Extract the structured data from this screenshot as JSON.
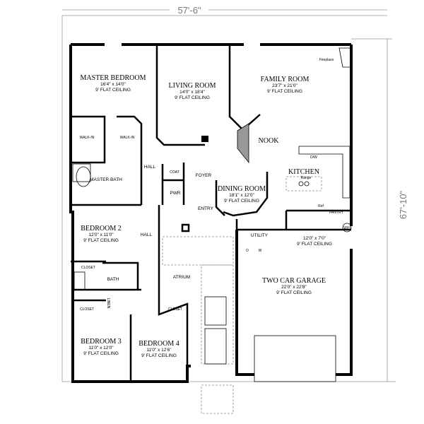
{
  "dimensions": {
    "width": "57'-6\"",
    "depth": "67'-10\""
  },
  "rooms": {
    "master_bedroom": {
      "name": "MASTER BEDROOM",
      "size": "16'4\" x 14'0\"",
      "ceiling": "9' FLAT CEILING"
    },
    "living_room": {
      "name": "LIVING ROOM",
      "size": "14'0\" x 18'4\"",
      "ceiling": "9' FLAT CEILING"
    },
    "family_room": {
      "name": "FAMILY ROOM",
      "size": "23'7\" x 21'0\"",
      "ceiling": "9' FLAT CEILING"
    },
    "nook": {
      "name": "NOOK"
    },
    "kitchen": {
      "name": "KITCHEN"
    },
    "dining_room": {
      "name": "DINING ROOM",
      "size": "18'1\" x 12'0\"",
      "ceiling": "9' FLAT CEILING"
    },
    "utility": {
      "name": "UTILITY"
    },
    "storage": {
      "size": "12'0\" x 7'0\"",
      "ceiling": "9' FLAT CEILING"
    },
    "walk_in_1": {
      "name": "WALK-IN"
    },
    "walk_in_2": {
      "name": "WALK-IN"
    },
    "master_bath": {
      "name": "MASTER BATH"
    },
    "hall_1": {
      "name": "HALL"
    },
    "coat": {
      "name": "COAT"
    },
    "foyer": {
      "name": "FOYER"
    },
    "pwr": {
      "name": "PWR"
    },
    "entry": {
      "name": "ENTRY"
    },
    "bedroom_2": {
      "name": "BEDROOM 2",
      "size": "12'0\" x 11'0\"",
      "ceiling": "9' FLAT CEILING"
    },
    "hall_2": {
      "name": "HALL"
    },
    "closet_1": {
      "name": "CLOSET"
    },
    "bath": {
      "name": "BATH"
    },
    "atrium": {
      "name": "ATRIUM"
    },
    "closet_2": {
      "name": "CLOSET"
    },
    "linen": {
      "name": "LINEN"
    },
    "closet_3": {
      "name": "CLOSET"
    },
    "bedroom_3": {
      "name": "BEDROOM 3",
      "size": "11'0\" x 12'0\"",
      "ceiling": "9' FLAT CEILING"
    },
    "bedroom_4": {
      "name": "BEDROOM 4",
      "size": "11'0\" x 12'6\"",
      "ceiling": "9' FLAT CEILING"
    },
    "garage": {
      "name": "TWO CAR GARAGE",
      "size": "22'0\" x 22'8\"",
      "ceiling": "9' FLAT CEILING"
    }
  },
  "fixtures": {
    "fireplace": "Fireplace",
    "range": "Range",
    "dishwasher": "D/W",
    "refrigerator": "Ref",
    "pantry": "PANTRY",
    "water_heater": "W/H",
    "dryer": "D",
    "washer": "W"
  }
}
